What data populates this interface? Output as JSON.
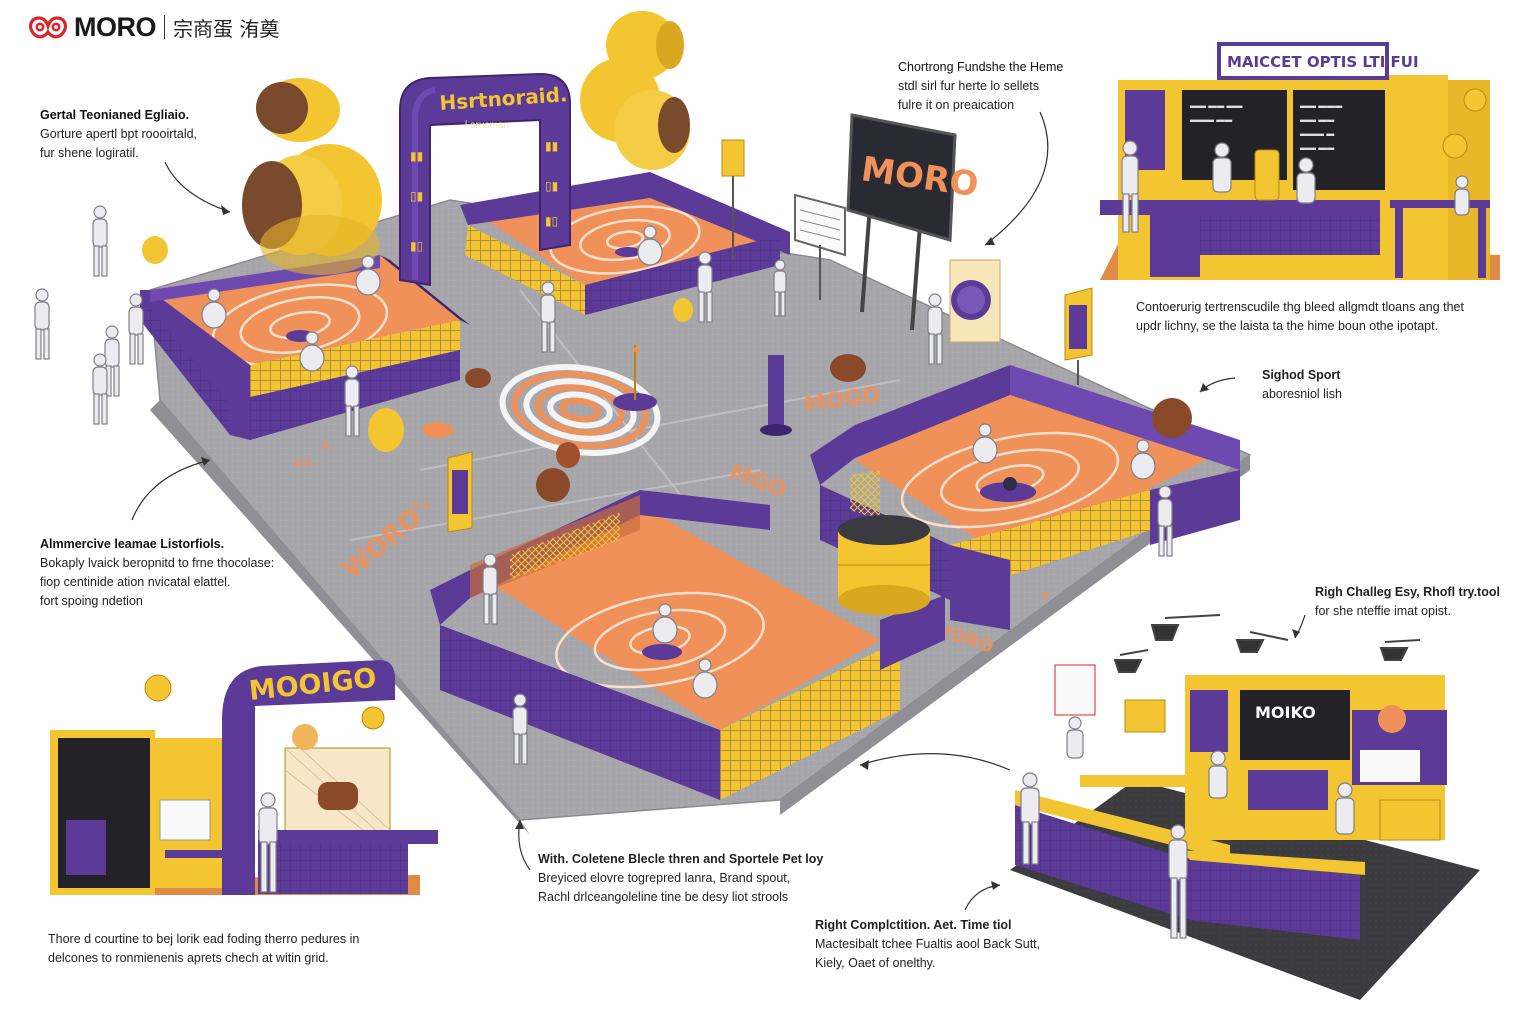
{
  "brand": {
    "logo": "MORO",
    "tagline": "宗商蛋 洧奠"
  },
  "signage": {
    "entrance_arch": "Hsrtnoraid.",
    "entrance_arch_sub": "l arusman",
    "market_header": "MAICCET OPTIS LTI FUI",
    "booth_left_arch": "MOOIGO",
    "booth_right": "MOIKO",
    "billboard": "MORO",
    "floor_mark_1": "MOGO",
    "floor_mark_2": "MGO",
    "floor_mark_3": "WORO",
    "floor_mark_4": "WORO"
  },
  "annotations": [
    {
      "id": "top-left",
      "head": "Gertal Teonianed Egliaio.",
      "lines": [
        "Gorture apertl bpt roooirtald,",
        "fur shene logiratil."
      ]
    },
    {
      "id": "top-center",
      "head": "Chortrong Fundshe the Heme",
      "lines": [
        "stdl sirl fur herte lo sellets",
        "fulre it on preaication"
      ]
    },
    {
      "id": "right-market",
      "head": "",
      "lines": [
        "Contoerurig tertrenscudile thg bleed allgmdt tloans ang thet",
        "updr lichny, se the laista ta the hime boun othe ipotapt."
      ]
    },
    {
      "id": "sighed-sport",
      "head": "",
      "lines": [
        "Sighod Sport",
        "aboresniol lish"
      ]
    },
    {
      "id": "mid-left",
      "head": "Almmercive leamae Listorfiols.",
      "lines": [
        "Bokaply lvaick beropnitd to frne thocolase:",
        "fiop centinide ation nvicatal elattel.",
        "fort spoing ndetion"
      ]
    },
    {
      "id": "right-challenge",
      "head": "",
      "lines": [
        "Righ Challeg Esy, Rhofl try.tool",
        "for she nteffie imat opist."
      ]
    },
    {
      "id": "bottom-left",
      "head": "",
      "lines": [
        "Thore d courtine to bej lorik ead foding therro pedures in",
        "delcones to ronmienenis aprets chech at witin grid."
      ]
    },
    {
      "id": "bottom-center",
      "head": "",
      "lines": [
        "With. Coletene Blecle thren and Sportele Pet loy",
        "Breyiced elovre togrepred lanra, Brand spout,",
        "Rachl drlceangoleline tine be desy liot strools"
      ]
    },
    {
      "id": "bottom-right",
      "head": "",
      "lines": [
        "Right Complctition. Aet. Time tiol",
        "Mactesibalt tchee Fualtis aool Back Sutt,",
        "Kiely, Oaet of onelthy."
      ]
    }
  ],
  "colors": {
    "purple": "#5b3a98",
    "purple_dark": "#3f2570",
    "orange_court": "#f0915a",
    "yellow": "#f2c531",
    "floor_gray": "#a9a9ad",
    "white_rings": "#f4f4f4"
  }
}
